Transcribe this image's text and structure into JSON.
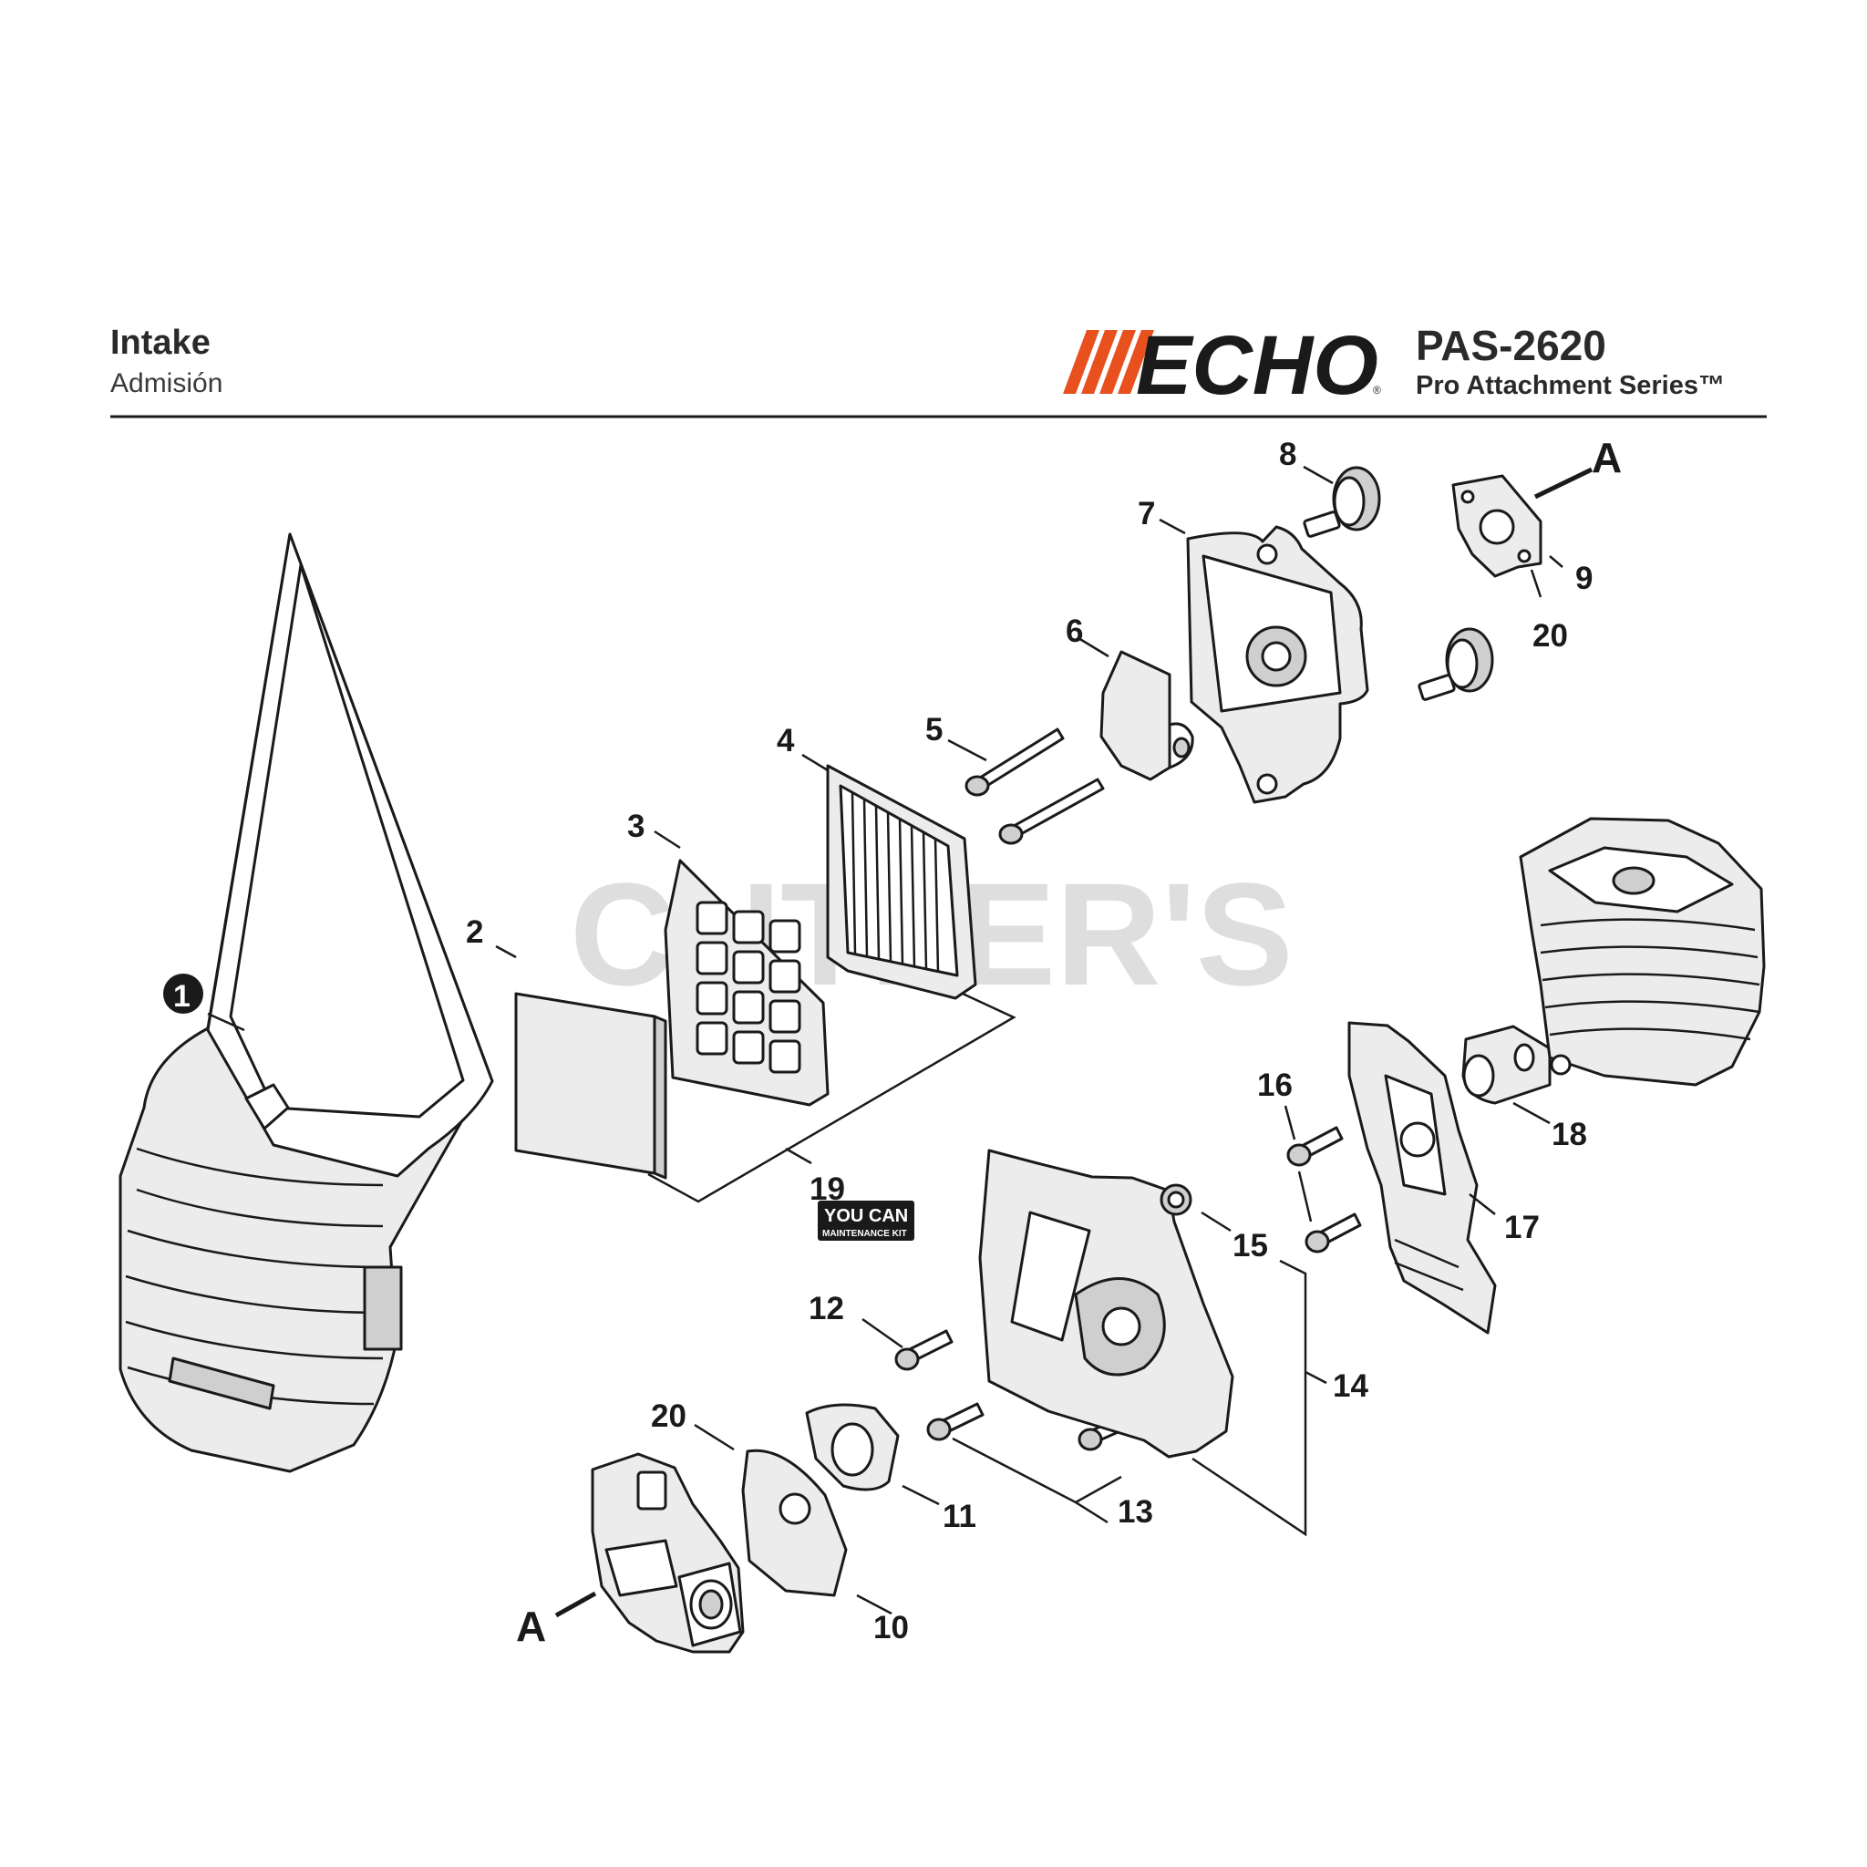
{
  "header": {
    "title": "Intake",
    "subtitle": "Admisión",
    "brand": "ECHO",
    "brand_mark": "®",
    "model": "PAS-2620",
    "series": "Pro Attachment Series™"
  },
  "watermark": "CUTLER'S",
  "kit_badge": {
    "line1": "YOU CAN",
    "line2": "MAINTENANCE KIT"
  },
  "callouts": {
    "c1": "1",
    "c2": "2",
    "c3": "3",
    "c4": "4",
    "c5": "5",
    "c6": "6",
    "c7": "7",
    "c8": "8",
    "c9": "9",
    "c10": "10",
    "c11": "11",
    "c12": "12",
    "c13": "13",
    "c14": "14",
    "c15": "15",
    "c16": "16",
    "c17": "17",
    "c18": "18",
    "c19": "19",
    "c20a": "20",
    "c20b": "20",
    "ca_top": "A",
    "ca_bottom": "A"
  },
  "colors": {
    "brand_orange": "#e8501e",
    "ink": "#1a1a1a",
    "watermark": "#d4d4d4"
  }
}
